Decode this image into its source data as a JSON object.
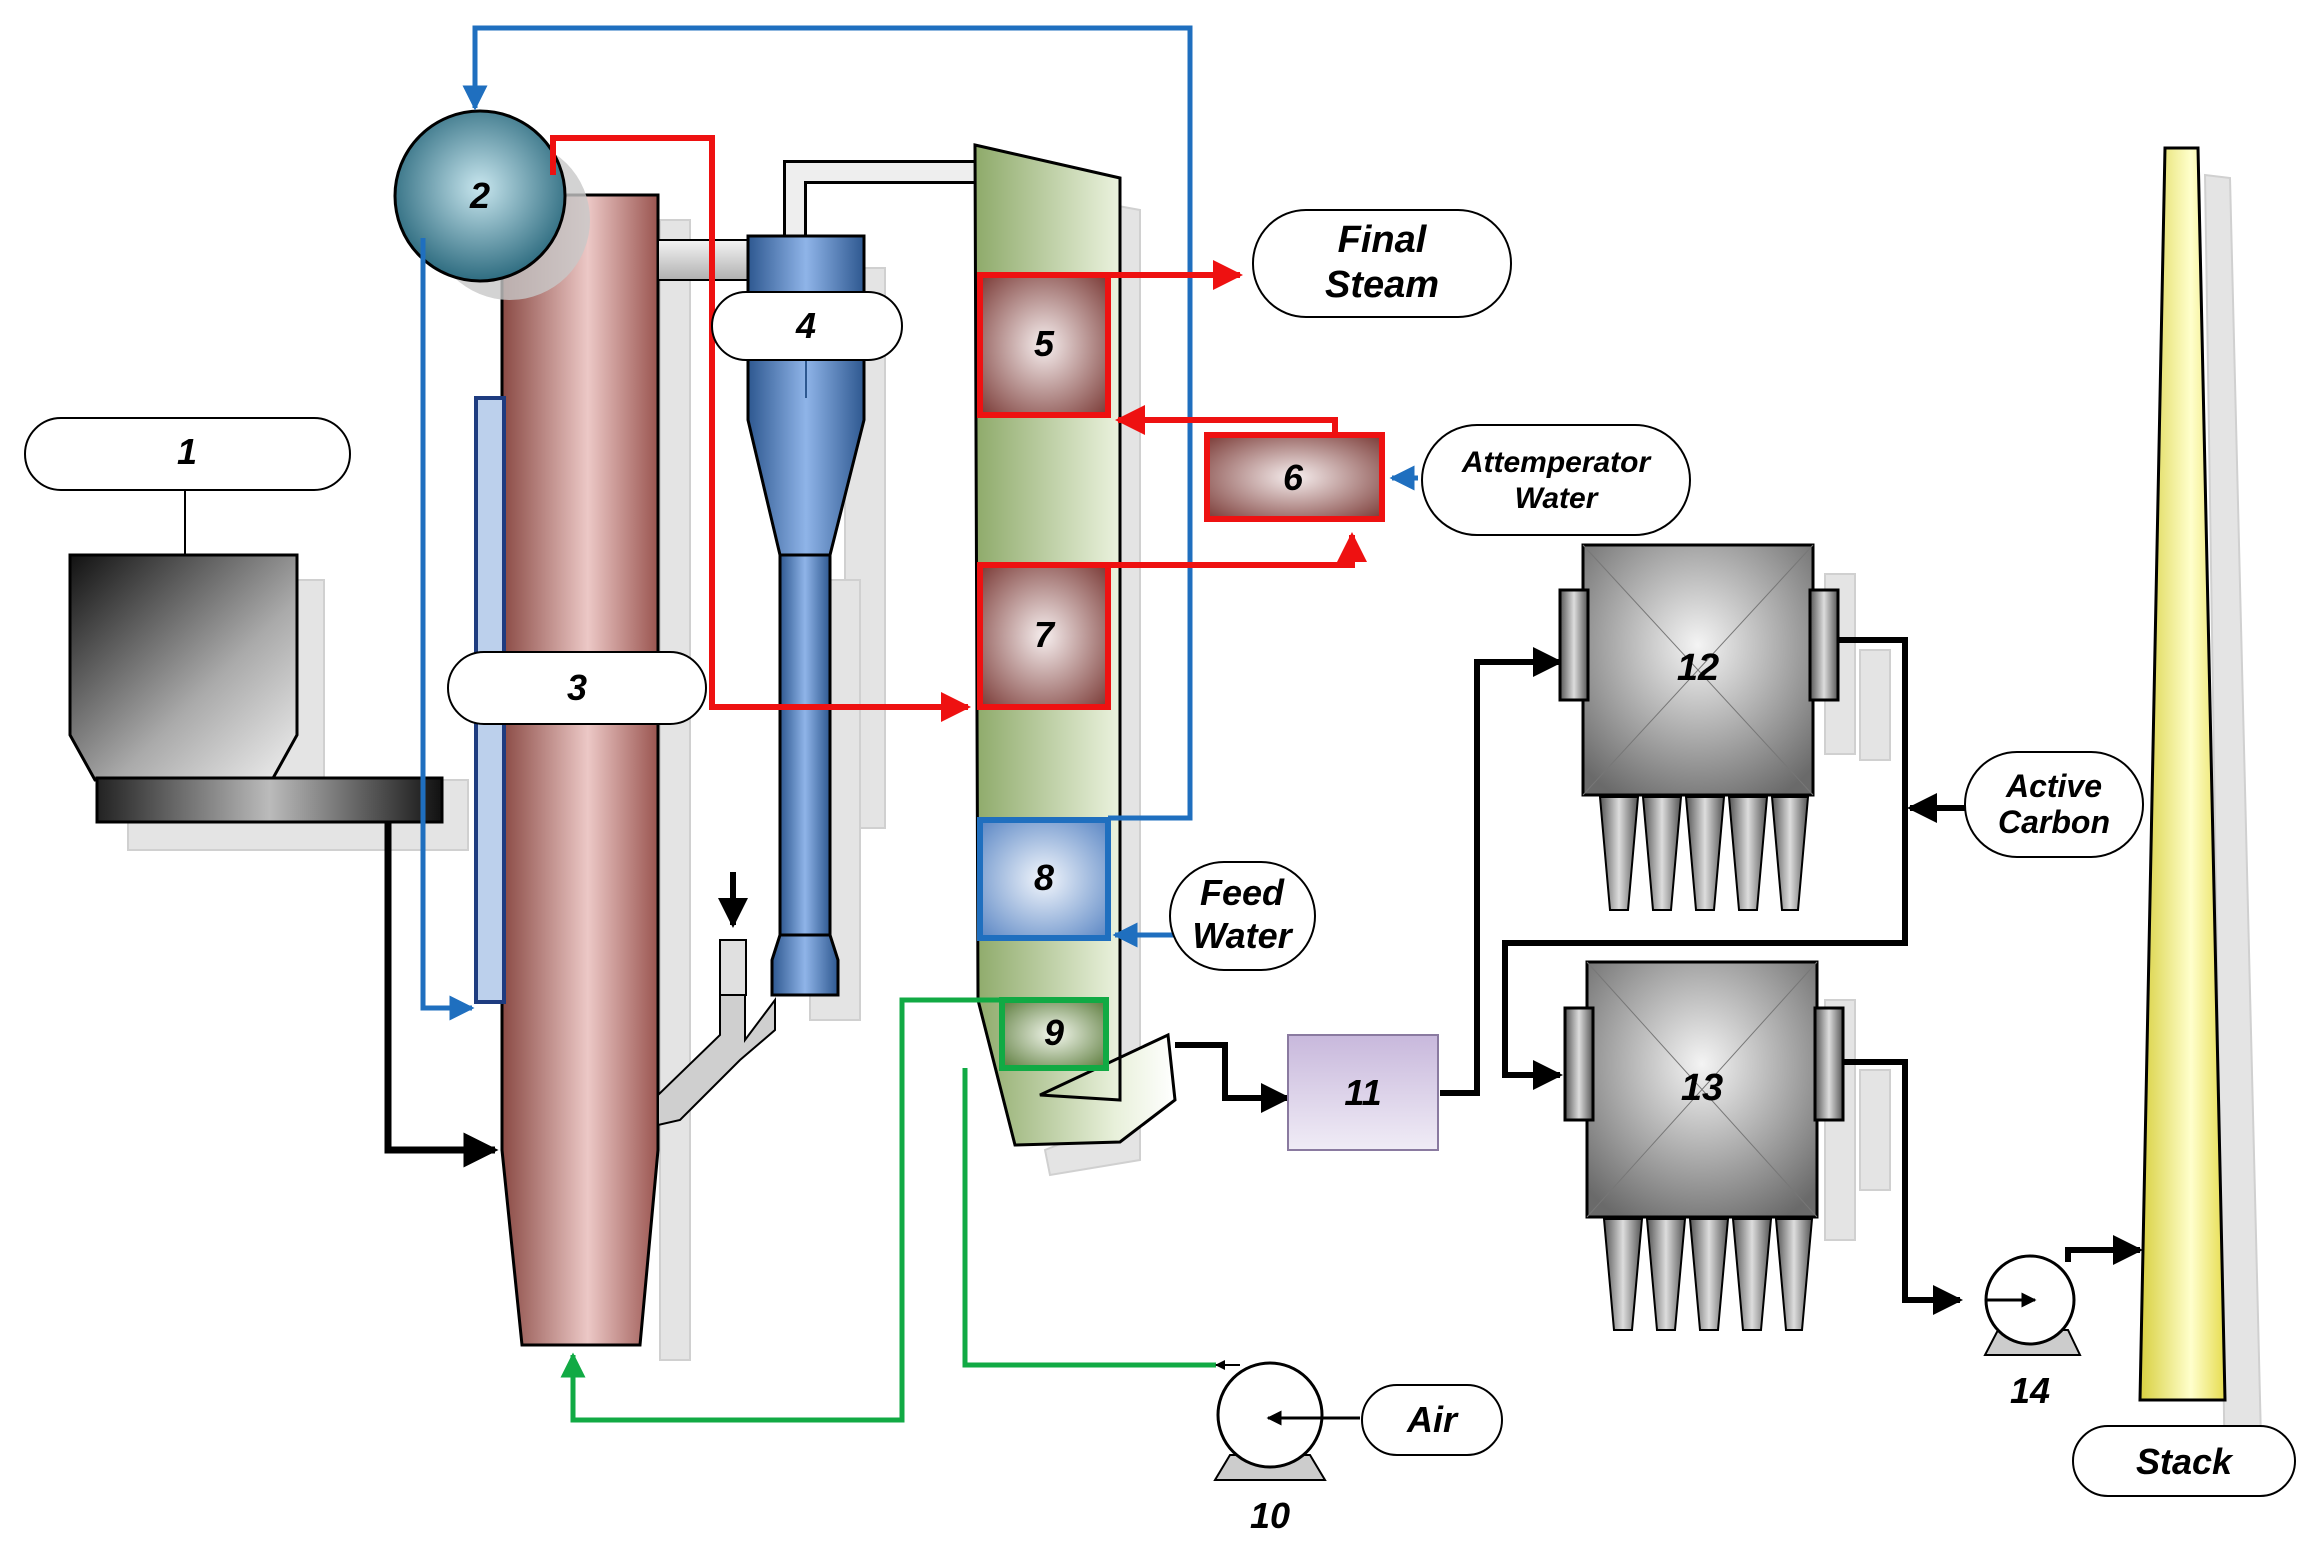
{
  "components": {
    "hopper": "1",
    "steam_drum": "2",
    "furnace": "3",
    "cyclone": "4",
    "superheater_final": "5",
    "attemperator": "6",
    "superheater_primary": "7",
    "economizer": "8",
    "air_preheater": "9",
    "air_fan": "10",
    "heat_exchanger": "11",
    "filter_1": "12",
    "filter_2": "13",
    "id_fan": "14"
  },
  "labels": {
    "final_steam_line1": "Final",
    "final_steam_line2": "Steam",
    "attemperator_water_line1": "Attemperator",
    "attemperator_water_line2": "Water",
    "feed_water_line1": "Feed",
    "feed_water_line2": "Water",
    "active_carbon_line1": "Active",
    "active_carbon_line2": "Carbon",
    "air": "Air",
    "stack": "Stack"
  },
  "colors": {
    "water_line": "#1f6fbf",
    "steam_line": "#ee1111",
    "air_line": "#11aa44",
    "flue_line": "#000000"
  }
}
